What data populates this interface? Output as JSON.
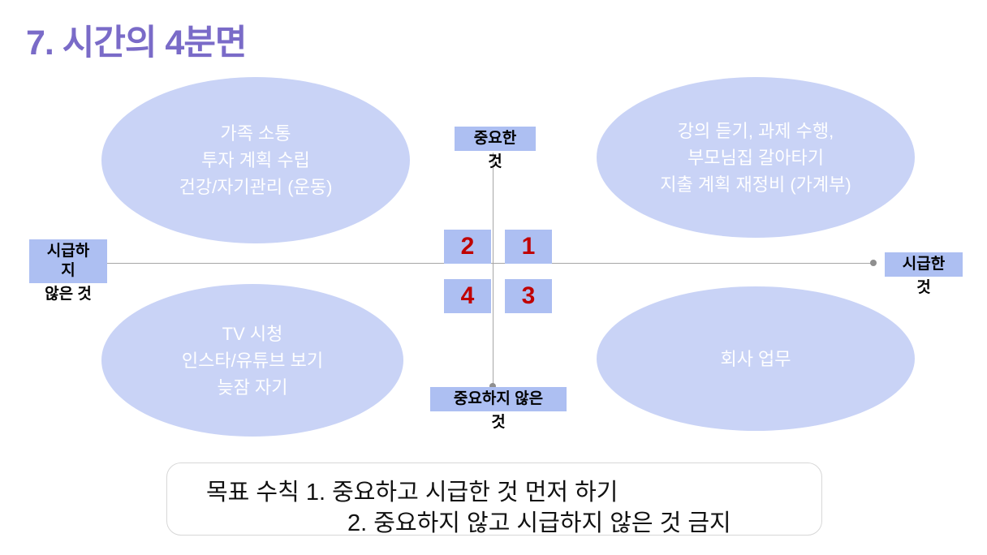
{
  "title": "7. 시간의 4분면",
  "quadrant_chart": {
    "axes": {
      "top_label": {
        "boxed": "중요한",
        "rest": "것"
      },
      "bottom_label": {
        "boxed": "중요하지 않은",
        "rest": "것"
      },
      "left_label": {
        "boxed_lines": [
          "시급하",
          "지"
        ],
        "rest": "않은 것"
      },
      "right_label": {
        "boxed": "시급한",
        "rest": "것"
      }
    },
    "quadrant_numbers": {
      "q1": "1",
      "q2": "2",
      "q3": "3",
      "q4": "4"
    },
    "ellipses": {
      "top_left": [
        "가족 소통",
        "투자 계획 수립",
        "건강/자기관리 (운동)"
      ],
      "top_right": [
        "강의 듣기, 과제 수행,",
        "부모님집 갈아타기",
        "지출 계획 재정비 (가계부)"
      ],
      "bottom_left": [
        "TV 시청",
        "인스타/유튜브 보기",
        "늦잠 자기"
      ],
      "bottom_right": [
        "회사 업무"
      ]
    }
  },
  "rule_box": {
    "line1": "목표 수칙 1. 중요하고 시급한 것 먼저 하기",
    "line2": "2. 중요하지 않고 시급하지 않은 것 금지"
  },
  "colors": {
    "title_purple": "#7a6bc8",
    "ellipse_fill": "#c9d3f6",
    "label_box_fill": "#adbff2",
    "number_red": "#c00000",
    "axis_gray": "#a6a6a6"
  }
}
